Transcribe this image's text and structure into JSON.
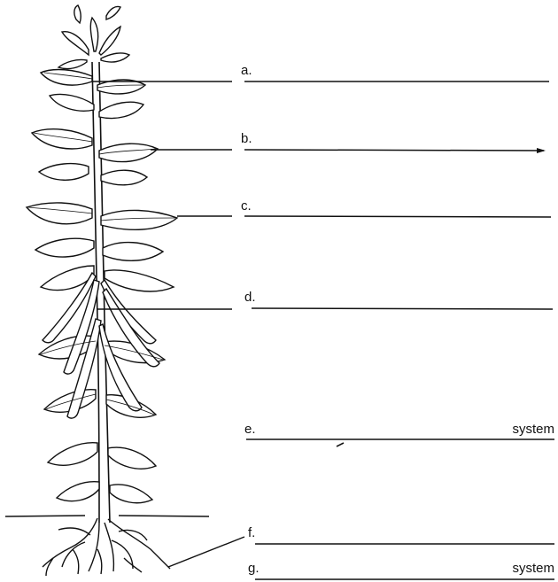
{
  "diagram": {
    "labels": [
      {
        "letter": "a.",
        "suffix": ""
      },
      {
        "letter": "b.",
        "suffix": ""
      },
      {
        "letter": "c.",
        "suffix": ""
      },
      {
        "letter": "d.",
        "suffix": ""
      },
      {
        "letter": "e.",
        "suffix": "system"
      },
      {
        "letter": "f.",
        "suffix": ""
      },
      {
        "letter": "g.",
        "suffix": "system"
      }
    ]
  }
}
